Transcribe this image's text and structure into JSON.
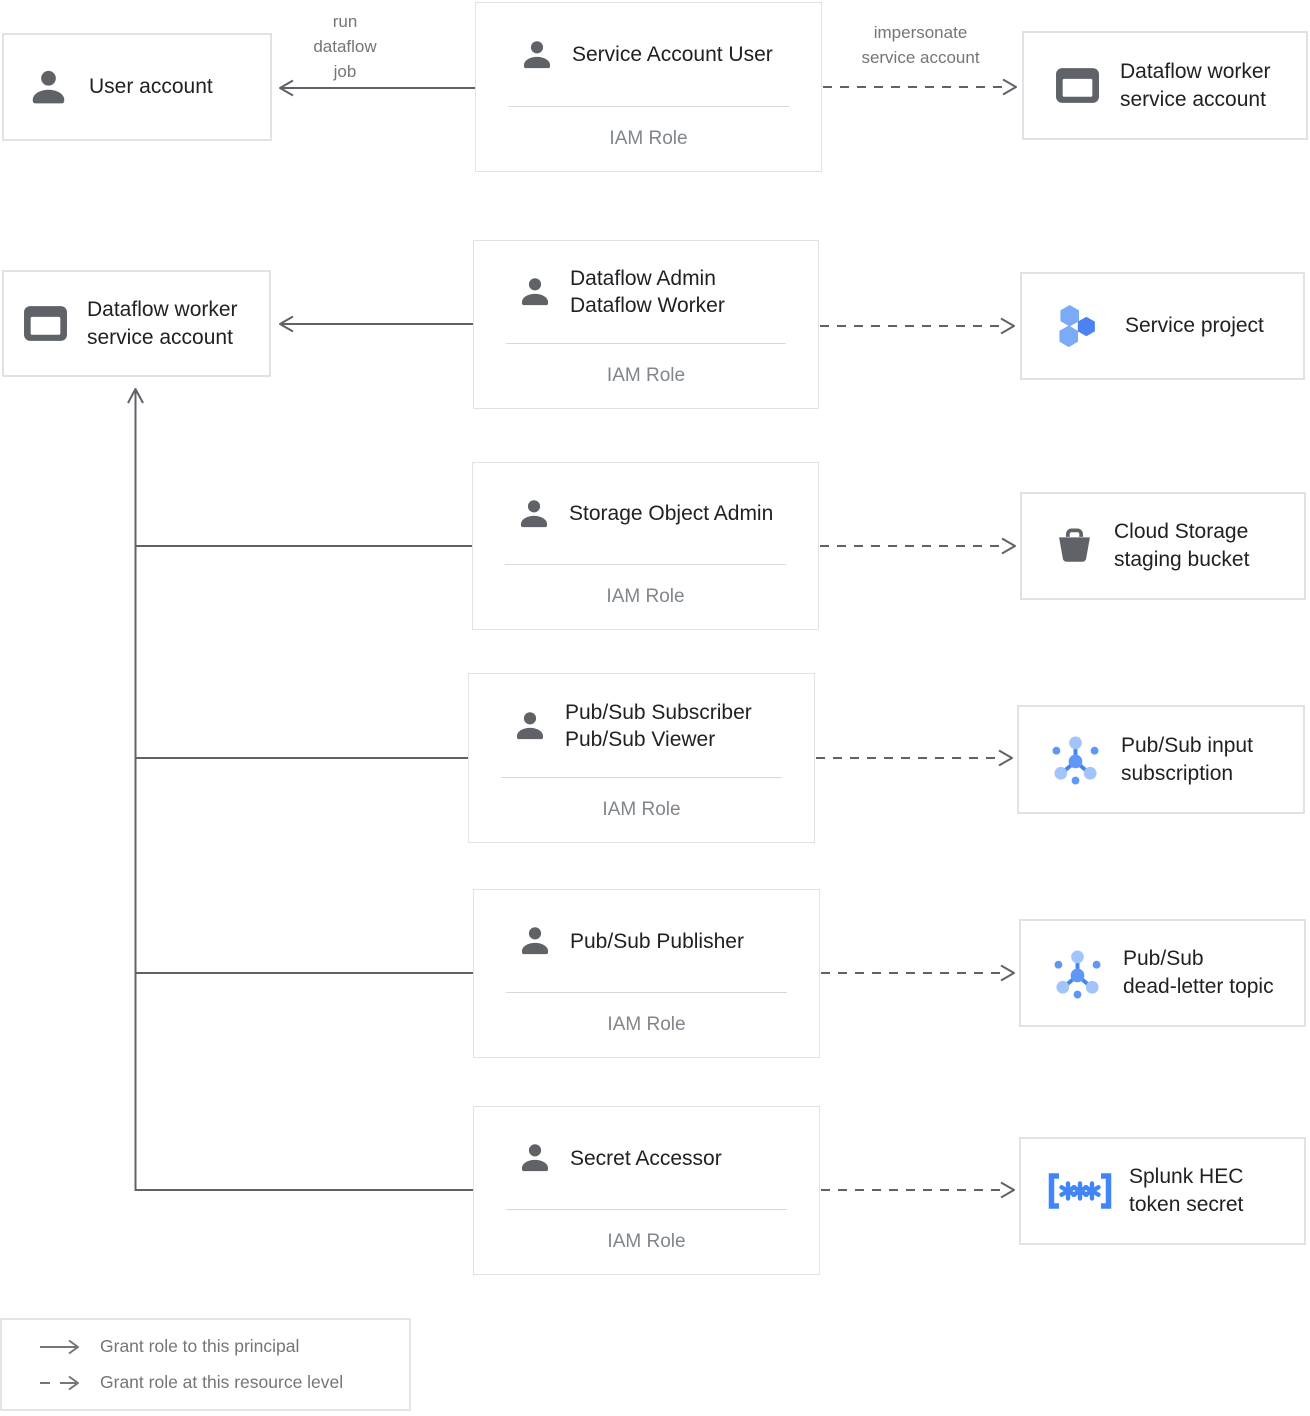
{
  "colors": {
    "border": "#e0e2e5",
    "title_text": "#202124",
    "muted_text": "#80868b",
    "label_text": "#757575",
    "icon_gray": "#5f6368",
    "line": "#5f6368",
    "blue": "#4285f4",
    "blue_mid": "#5e97f6",
    "blue_light": "#a3c4fa",
    "hex_light": "#7baaf7",
    "hex_dark": "#4c83f1"
  },
  "arrow_labels": {
    "run_dataflow_job": "run\ndataflow\njob",
    "impersonate_service_account": "impersonate\nservice account"
  },
  "cards": {
    "user_account": {
      "label": "User account"
    },
    "service_account_user": {
      "title": "Service Account User",
      "subtitle": "IAM Role"
    },
    "dataflow_worker_sa_top": {
      "label": "Dataflow worker\nservice account"
    },
    "dataflow_worker_sa_left": {
      "label": "Dataflow worker\nservice account"
    },
    "dataflow_admin_worker": {
      "title": "Dataflow Admin\nDataflow Worker",
      "subtitle": "IAM Role"
    },
    "service_project": {
      "label": "Service project"
    },
    "storage_object_admin": {
      "title": "Storage Object Admin",
      "subtitle": "IAM Role"
    },
    "cloud_storage_staging_bucket": {
      "label": "Cloud Storage\nstaging bucket"
    },
    "pubsub_subscriber_viewer": {
      "title": "Pub/Sub Subscriber\nPub/Sub Viewer",
      "subtitle": "IAM Role"
    },
    "pubsub_input_subscription": {
      "label": "Pub/Sub input\nsubscription"
    },
    "pubsub_publisher": {
      "title": "Pub/Sub Publisher",
      "subtitle": "IAM Role"
    },
    "pubsub_dead_letter_topic": {
      "label": "Pub/Sub\ndead-letter topic"
    },
    "secret_accessor": {
      "title": "Secret Accessor",
      "subtitle": "IAM Role"
    },
    "splunk_hec_token_secret": {
      "label": "Splunk HEC\ntoken secret"
    }
  },
  "legend": {
    "solid_arrow": "Grant role to this principal",
    "dashed_arrow": "Grant role at this resource level"
  }
}
